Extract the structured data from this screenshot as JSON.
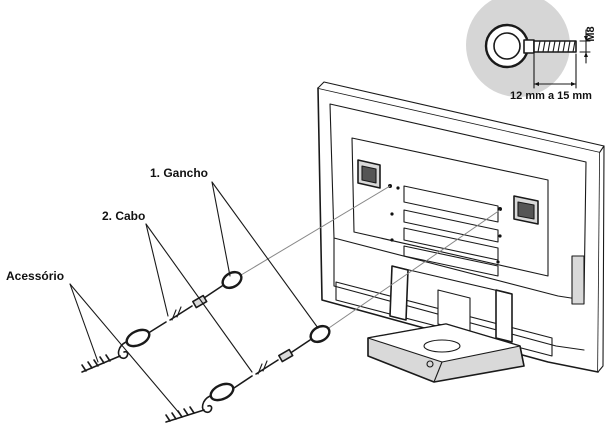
{
  "bolt_diagram": {
    "thread_label": "M8",
    "length_label": "12 mm a 15 mm"
  },
  "callouts": {
    "gancho": "1. Gancho",
    "cabo": "2. Cabo",
    "acessorio": "Acessório"
  },
  "colors": {
    "line": "#1a1a1a",
    "panel_fill": "#d9d9d9",
    "background": "#ffffff"
  }
}
